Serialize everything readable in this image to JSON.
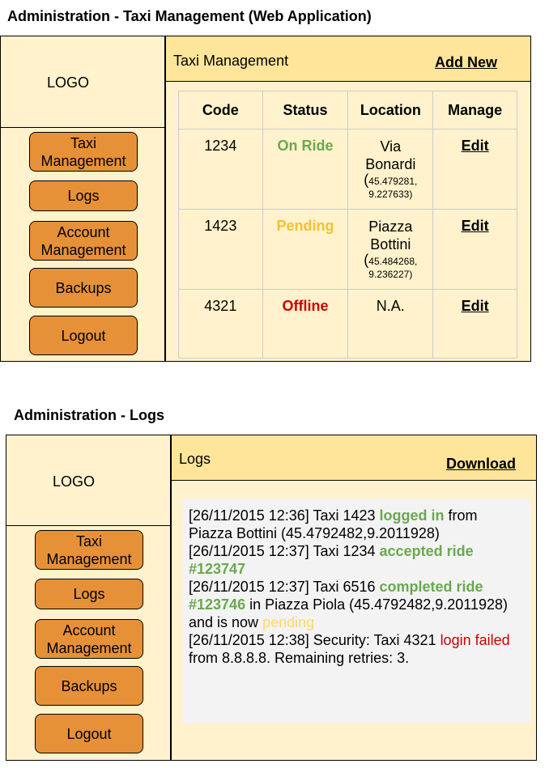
{
  "section1": {
    "heading": "Administration - Taxi Management (Web Application)",
    "logo": "LOGO",
    "nav": [
      "Taxi Management",
      "Logs",
      "Account Management",
      "Backups",
      "Logout"
    ],
    "header_title": "Taxi Management",
    "header_action": "Add New",
    "table": {
      "columns": [
        "Code",
        "Status",
        "Location",
        "Manage"
      ],
      "rows": [
        {
          "code": "1234",
          "status": "On Ride",
          "location": "Via Bonardi",
          "coords": "45.479281, 9.227633)",
          "manage": "Edit"
        },
        {
          "code": "1423",
          "status": "Pending",
          "location": "Piazza Bottini",
          "coords": "45.484268, 9.236227)",
          "manage": "Edit"
        },
        {
          "code": "4321",
          "status": "Offline",
          "location": "N.A.",
          "coords": "",
          "manage": "Edit"
        }
      ]
    }
  },
  "section2": {
    "heading": "Administration - Logs",
    "logo": "LOGO",
    "nav": [
      "Taxi Management",
      "Logs",
      "Account Management",
      "Backups",
      "Logout"
    ],
    "header_title": "Logs",
    "header_action": "Download",
    "log": {
      "e1_prefix": "[26/11/2015 12:36] Taxi 1423 ",
      "e1_highlight": "logged in",
      "e1_suffix": " from Piazza Bottini (45.4792482,9.2011928)",
      "e2_prefix": "[26/11/2015 12:37] Taxi 1234 ",
      "e2_highlight": "accepted ride #123747",
      "e3_prefix": "[26/11/2015 12:37] Taxi 6516 ",
      "e3_highlight": "completed ride #123746",
      "e3_middle": " in Piazza Piola (45.4792482,9.2011928) and is now ",
      "e3_status": "pending",
      "e4_prefix": "[26/11/2015 12:38] Security: Taxi 4321 ",
      "e4_highlight": "login failed",
      "e4_suffix": " from 8.8.8.8. Remaining retries: 3."
    }
  }
}
